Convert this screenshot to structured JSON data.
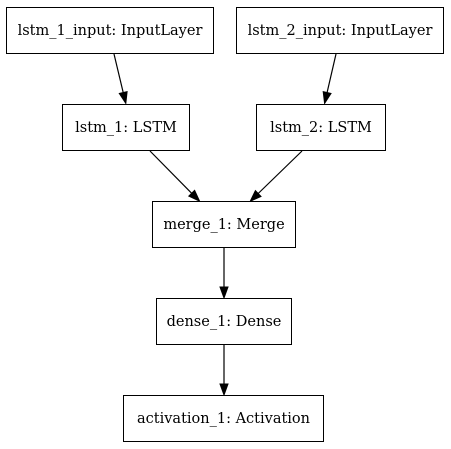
{
  "diagram": {
    "nodes": {
      "lstm1_input": {
        "label": "lstm_1_input: InputLayer"
      },
      "lstm2_input": {
        "label": "lstm_2_input: InputLayer"
      },
      "lstm1": {
        "label": "lstm_1: LSTM"
      },
      "lstm2": {
        "label": "lstm_2: LSTM"
      },
      "merge1": {
        "label": "merge_1: Merge"
      },
      "dense1": {
        "label": "dense_1: Dense"
      },
      "activation1": {
        "label": "activation_1: Activation"
      }
    },
    "edges": [
      {
        "from": "lstm1_input",
        "to": "lstm1"
      },
      {
        "from": "lstm2_input",
        "to": "lstm2"
      },
      {
        "from": "lstm1",
        "to": "merge1"
      },
      {
        "from": "lstm2",
        "to": "merge1"
      },
      {
        "from": "merge1",
        "to": "dense1"
      },
      {
        "from": "dense1",
        "to": "activation1"
      }
    ]
  }
}
